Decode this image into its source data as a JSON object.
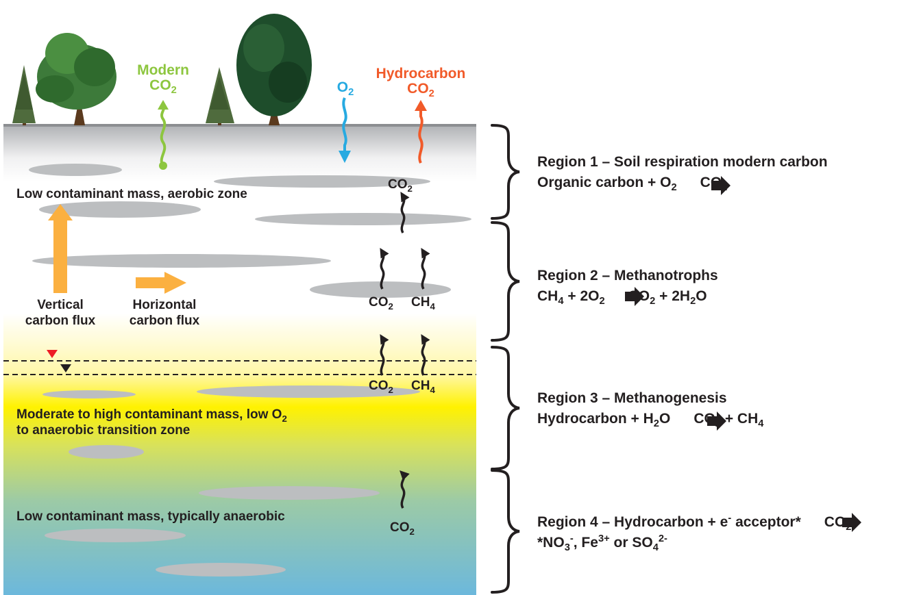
{
  "top_labels": {
    "modern": "Modern",
    "modern_co2": "CO",
    "o2": "O",
    "hydrocarbon": "Hydrocarbon",
    "hydrocarbon_co2": "CO"
  },
  "zones": {
    "aerobic": "Low contaminant mass, aerobic zone",
    "transition_1": "Moderate to high contaminant mass, low O",
    "transition_2": "to anaerobic transition zone",
    "anaerobic": "Low contaminant mass, typically anaerobic"
  },
  "flux": {
    "vertical_1": "Vertical",
    "vertical_2": "carbon flux",
    "horizontal_1": "Horizontal",
    "horizontal_2": "carbon flux"
  },
  "gases": {
    "co2": "CO",
    "ch4": "CH",
    "sub2": "2",
    "sub4": "4"
  },
  "regions": {
    "r1_title": "Region 1 – Soil respiration modern carbon",
    "r1_eq": {
      "a": "Organic carbon + O",
      "b": "CO"
    },
    "r2_title": "Region 2 – Methanotrophs",
    "r2_eq": {
      "a": "CH",
      "b": " + 2O",
      "c": "CO",
      "d": " + 2H",
      "e": "O"
    },
    "r3_title": "Region 3 – Methanogenesis",
    "r3_eq": {
      "a": "Hydrocarbon + H",
      "b": "O",
      "c": "CO",
      "d": " + CH"
    },
    "r4_title": {
      "a": "Region 4 – Hydrocarbon + e",
      "b": "-",
      "c": " acceptor*",
      "d": "CO"
    },
    "r4_sub": {
      "a": "*NO",
      "b": "3",
      "c": "-",
      "d": ", Fe",
      "e": "3+",
      "f": " or SO",
      "g": "4",
      "h": "2-"
    }
  },
  "colors": {
    "modern_green": "#8dc63f",
    "o2_blue": "#27aae1",
    "hydrocarbon_orange": "#f15a29",
    "flux_orange": "#fbb040",
    "soil_gray": "#bcbec0",
    "text_dark": "#231f20",
    "water_yellow": "#fff200",
    "deep_blue": "#6cb8dc"
  },
  "icons": [
    "evergreen-tree-icon",
    "deciduous-tree-icon",
    "water-table-marker-icon"
  ]
}
